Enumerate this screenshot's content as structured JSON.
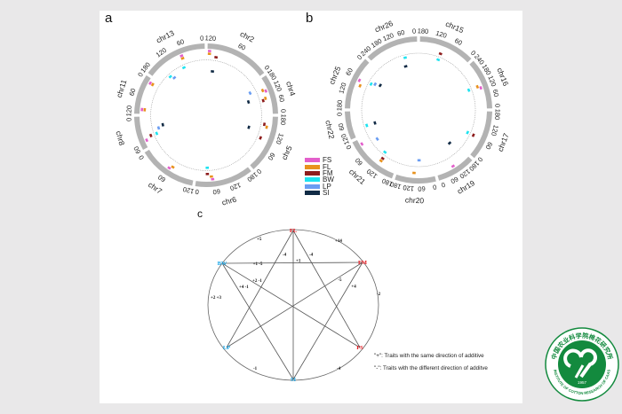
{
  "panels": {
    "a": "a",
    "b": "b",
    "c": "c"
  },
  "traits": [
    {
      "name": "FS",
      "color": "#e35fcb"
    },
    {
      "name": "FL",
      "color": "#e8921d"
    },
    {
      "name": "FM",
      "color": "#8e1d1d"
    },
    {
      "name": "BW",
      "color": "#1fe3f0"
    },
    {
      "name": "LP",
      "color": "#6a9df2"
    },
    {
      "name": "SI",
      "color": "#112b45"
    }
  ],
  "circos_a": {
    "chromosomes": [
      {
        "name": "chr2",
        "ticks": [
          "120",
          "60",
          "0"
        ]
      },
      {
        "name": "chr4",
        "ticks": [
          "180",
          "120",
          "60",
          "0"
        ]
      },
      {
        "name": "chr5",
        "ticks": [
          "180",
          "120",
          "60",
          "0"
        ]
      },
      {
        "name": "chr6",
        "ticks": [
          "180",
          "120",
          "60",
          "0"
        ]
      },
      {
        "name": "chr7",
        "ticks": [
          "120",
          "60",
          "0"
        ]
      },
      {
        "name": "chr8",
        "ticks": [
          "60",
          "0"
        ]
      },
      {
        "name": "chr11",
        "ticks": [
          "120",
          "60",
          "0"
        ]
      },
      {
        "name": "chr13",
        "ticks": [
          "180",
          "120",
          "60",
          "0"
        ]
      }
    ],
    "marks": [
      {
        "chr": 0,
        "pos": 0.02,
        "trait": "FS"
      },
      {
        "chr": 0,
        "pos": 0.02,
        "trait": "FL"
      },
      {
        "chr": 0,
        "pos": 0.15,
        "trait": "FM"
      },
      {
        "chr": 0,
        "pos": 0.12,
        "trait": "SI"
      },
      {
        "chr": 1,
        "pos": 0.35,
        "trait": "FS"
      },
      {
        "chr": 1,
        "pos": 0.3,
        "trait": "FL"
      },
      {
        "chr": 1,
        "pos": 0.55,
        "trait": "FL"
      },
      {
        "chr": 1,
        "pos": 0.6,
        "trait": "FM"
      },
      {
        "chr": 1,
        "pos": 0.2,
        "trait": "LP"
      },
      {
        "chr": 1,
        "pos": 0.5,
        "trait": "SI"
      },
      {
        "chr": 2,
        "pos": 0.15,
        "trait": "FM"
      },
      {
        "chr": 2,
        "pos": 0.2,
        "trait": "FL"
      },
      {
        "chr": 2,
        "pos": 0.45,
        "trait": "FM"
      },
      {
        "chr": 2,
        "pos": 0.3,
        "trait": "SI"
      },
      {
        "chr": 3,
        "pos": 0.7,
        "trait": "FS"
      },
      {
        "chr": 3,
        "pos": 0.72,
        "trait": "FL"
      },
      {
        "chr": 3,
        "pos": 0.8,
        "trait": "FM"
      },
      {
        "chr": 3,
        "pos": 0.8,
        "trait": "BW"
      },
      {
        "chr": 4,
        "pos": 0.5,
        "trait": "FS"
      },
      {
        "chr": 4,
        "pos": 0.45,
        "trait": "FL"
      },
      {
        "chr": 5,
        "pos": 0.2,
        "trait": "FS"
      },
      {
        "chr": 5,
        "pos": 0.3,
        "trait": "FM"
      },
      {
        "chr": 5,
        "pos": 0.3,
        "trait": "BW"
      },
      {
        "chr": 5,
        "pos": 0.5,
        "trait": "LP"
      },
      {
        "chr": 5,
        "pos": 0.6,
        "trait": "SI"
      },
      {
        "chr": 6,
        "pos": 0.1,
        "trait": "FS"
      },
      {
        "chr": 6,
        "pos": 0.1,
        "trait": "FL"
      },
      {
        "chr": 6,
        "pos": 0.9,
        "trait": "FS"
      },
      {
        "chr": 6,
        "pos": 0.9,
        "trait": "FL"
      },
      {
        "chr": 7,
        "pos": 0.6,
        "trait": "FS"
      },
      {
        "chr": 7,
        "pos": 0.6,
        "trait": "FL"
      },
      {
        "chr": 7,
        "pos": 0.55,
        "trait": "BW"
      },
      {
        "chr": 7,
        "pos": 0.2,
        "trait": "BW"
      },
      {
        "chr": 7,
        "pos": 0.25,
        "trait": "LP"
      }
    ]
  },
  "circos_b": {
    "chromosomes": [
      {
        "name": "chr15",
        "ticks": [
          "180",
          "120",
          "60",
          "0"
        ]
      },
      {
        "name": "chr16",
        "ticks": [
          "240",
          "180",
          "120",
          "60",
          "0"
        ]
      },
      {
        "name": "chr17",
        "ticks": [
          "180",
          "120",
          "60",
          "0"
        ]
      },
      {
        "name": "chr19",
        "ticks": [
          "180",
          "120",
          "60",
          "0"
        ]
      },
      {
        "name": "chr20",
        "ticks": [
          "0",
          "60",
          "120",
          "180"
        ]
      },
      {
        "name": "chr21",
        "ticks": [
          "180",
          "120",
          "60",
          "0"
        ]
      },
      {
        "name": "chr22",
        "ticks": [
          "120",
          "60",
          "0"
        ]
      },
      {
        "name": "chr25",
        "ticks": [
          "180",
          "120",
          "60",
          "0"
        ]
      },
      {
        "name": "chr26",
        "ticks": [
          "240",
          "180",
          "120",
          "60",
          "0"
        ]
      }
    ],
    "marks": [
      {
        "chr": 0,
        "pos": 0.45,
        "trait": "FM"
      },
      {
        "chr": 0,
        "pos": 0.45,
        "trait": "BW"
      },
      {
        "chr": 1,
        "pos": 0.55,
        "trait": "FS"
      },
      {
        "chr": 1,
        "pos": 0.5,
        "trait": "FL"
      },
      {
        "chr": 1,
        "pos": 0.5,
        "trait": "BW"
      },
      {
        "chr": 2,
        "pos": 0.6,
        "trait": "FM"
      },
      {
        "chr": 2,
        "pos": 0.6,
        "trait": "BW"
      },
      {
        "chr": 3,
        "pos": 0.5,
        "trait": "FS"
      },
      {
        "chr": 3,
        "pos": 0.1,
        "trait": "SI"
      },
      {
        "chr": 4,
        "pos": 0.55,
        "trait": "FL"
      },
      {
        "chr": 4,
        "pos": 0.4,
        "trait": "LP"
      },
      {
        "chr": 5,
        "pos": 0.9,
        "trait": "FS"
      },
      {
        "chr": 5,
        "pos": 0.35,
        "trait": "FL"
      },
      {
        "chr": 5,
        "pos": 0.35,
        "trait": "FM"
      },
      {
        "chr": 5,
        "pos": 0.4,
        "trait": "BW"
      },
      {
        "chr": 5,
        "pos": 0.8,
        "trait": "LP"
      },
      {
        "chr": 6,
        "pos": 0.3,
        "trait": "BW"
      },
      {
        "chr": 6,
        "pos": 0.3,
        "trait": "SI"
      },
      {
        "chr": 7,
        "pos": 0.6,
        "trait": "FS"
      },
      {
        "chr": 7,
        "pos": 0.5,
        "trait": "FL"
      },
      {
        "chr": 7,
        "pos": 0.65,
        "trait": "BW"
      },
      {
        "chr": 7,
        "pos": 0.7,
        "trait": "LP"
      },
      {
        "chr": 7,
        "pos": 0.75,
        "trait": "SI"
      },
      {
        "chr": 8,
        "pos": 0.7,
        "trait": "BW"
      },
      {
        "chr": 8,
        "pos": 0.65,
        "trait": "SI"
      }
    ]
  },
  "network": {
    "nodes": [
      {
        "name": "FL",
        "color": "#e8141c"
      },
      {
        "name": "FM",
        "color": "#e8141c"
      },
      {
        "name": "FS",
        "color": "#e8141c"
      },
      {
        "name": "SI",
        "color": "#18a6e8"
      },
      {
        "name": "LP",
        "color": "#18a6e8"
      },
      {
        "name": "BW",
        "color": "#18a6e8"
      }
    ],
    "arc_labels": [
      {
        "between": [
          "BW",
          "FL"
        ],
        "label": "+5"
      },
      {
        "between": [
          "FL",
          "FM"
        ],
        "label": "+14"
      },
      {
        "between": [
          "FM",
          "FS"
        ],
        "label": "-2"
      },
      {
        "between": [
          "FS",
          "SI"
        ],
        "label": "-4"
      },
      {
        "between": [
          "SI",
          "LP"
        ],
        "label": "-1"
      },
      {
        "between": [
          "LP",
          "BW"
        ],
        "label": "+2 +3"
      }
    ],
    "edges": [
      {
        "from": "FL",
        "to": "SI",
        "label": "+1"
      },
      {
        "from": "FL",
        "to": "LP",
        "label": "-4"
      },
      {
        "from": "FL",
        "to": "FS",
        "label": "-4"
      },
      {
        "from": "BW",
        "to": "FM",
        "label": "+1 -5"
      },
      {
        "from": "BW",
        "to": "FS",
        "label": "+2 -1"
      },
      {
        "from": "BW",
        "to": "SI",
        "label": "+4 -1"
      },
      {
        "from": "FM",
        "to": "LP",
        "label": "-5"
      },
      {
        "from": "FM",
        "to": "SI",
        "label": "+4"
      }
    ],
    "notes": [
      "\"+\": Traits with the same direction of additive",
      "\"-\": Traits with the different direction of additve"
    ]
  },
  "logo": {
    "top_text": "中国农业科学院棉花研究所",
    "bottom_text": "INSTITUTE OF COTTON RESEARCH OF CAAS",
    "year": "1957",
    "color": "#138a3e"
  }
}
